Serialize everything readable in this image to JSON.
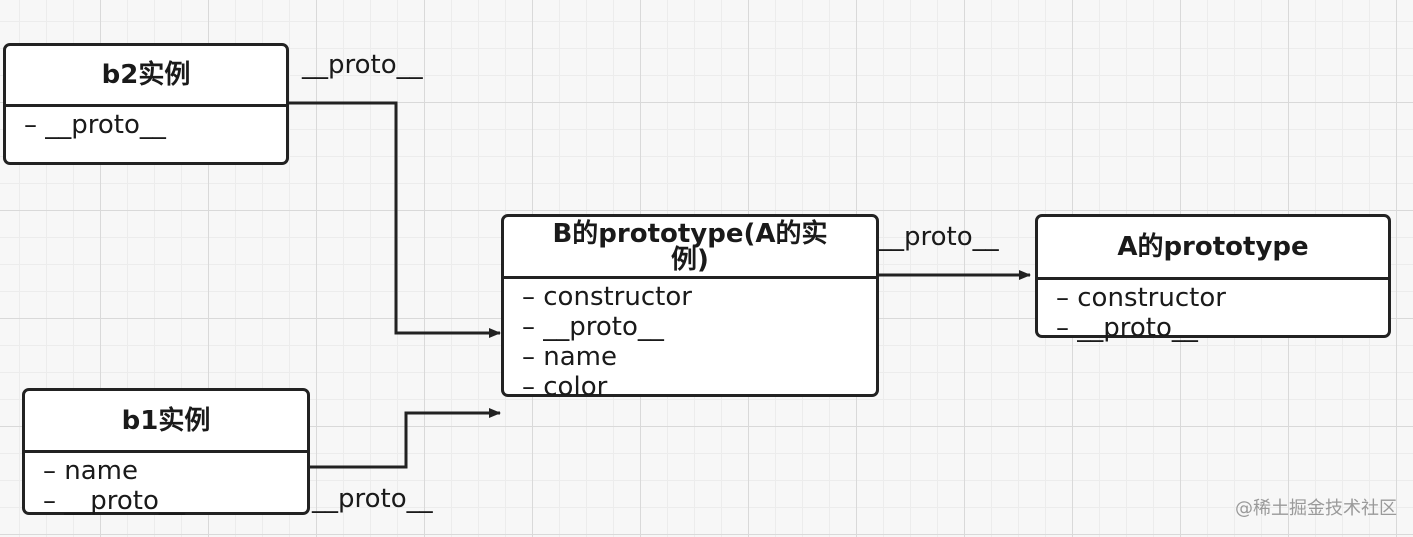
{
  "nodes": {
    "b2": {
      "title": "b2实例",
      "attrs": [
        "– __proto__"
      ]
    },
    "b1": {
      "title": "b1实例",
      "attrs": [
        "– name",
        "– __proto__"
      ]
    },
    "b_proto": {
      "title": "B的prototype(A的实例)",
      "attrs": [
        "– constructor",
        "– __proto__",
        "– name",
        "– color"
      ]
    },
    "a_proto": {
      "title": "A的prototype",
      "attrs": [
        "– constructor",
        "– __proto__"
      ]
    }
  },
  "edges": [
    {
      "from": "b2",
      "to": "b_proto",
      "label": "__proto__"
    },
    {
      "from": "b1",
      "to": "b_proto",
      "label": "__proto__"
    },
    {
      "from": "b_proto",
      "to": "a_proto",
      "label": "__proto__"
    }
  ],
  "watermark": "@稀土掘金技术社区"
}
